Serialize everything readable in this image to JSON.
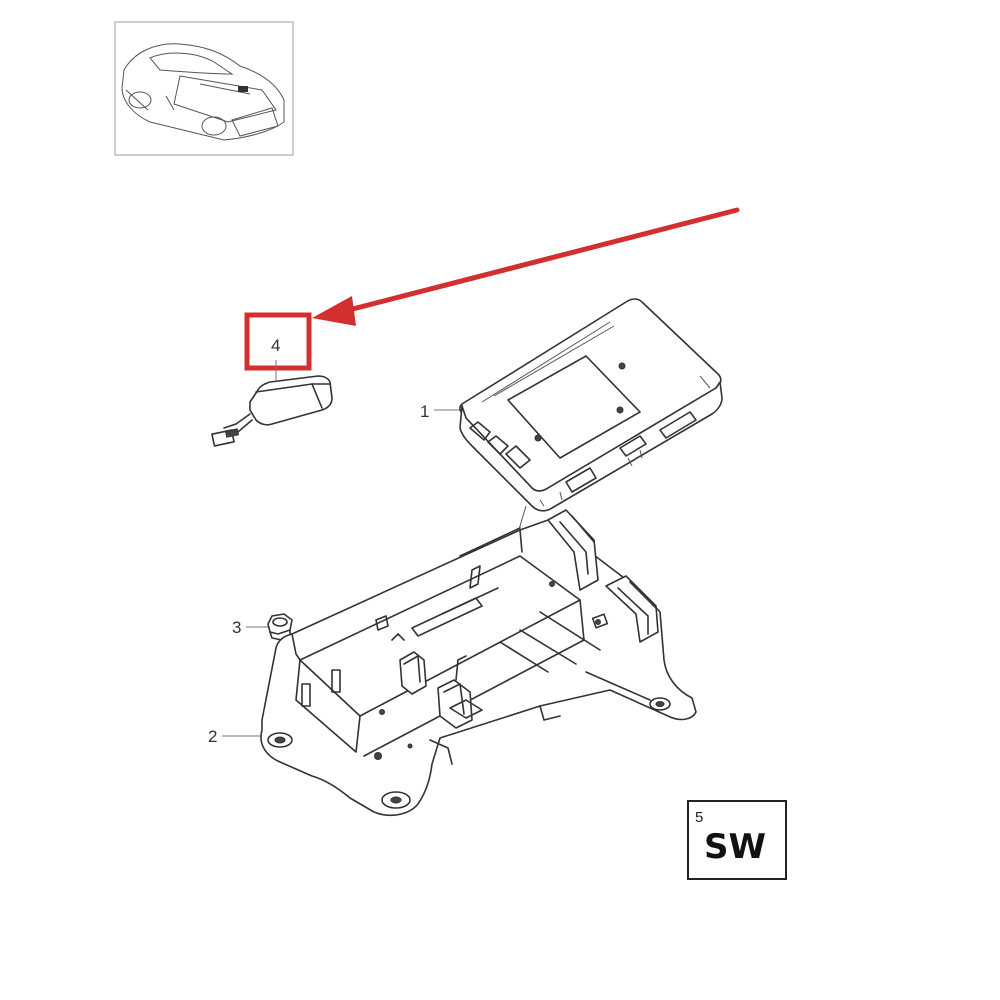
{
  "callouts": {
    "part_1": "1",
    "part_2": "2",
    "part_3": "3",
    "part_4": "4"
  },
  "badge": {
    "superscript": "5",
    "text": "SW"
  },
  "highlight": {
    "color": "#d32f2f",
    "target": "4"
  },
  "icons": {
    "thumbnail": "car-thumbnail-icon",
    "arrow": "red-arrow-icon"
  }
}
